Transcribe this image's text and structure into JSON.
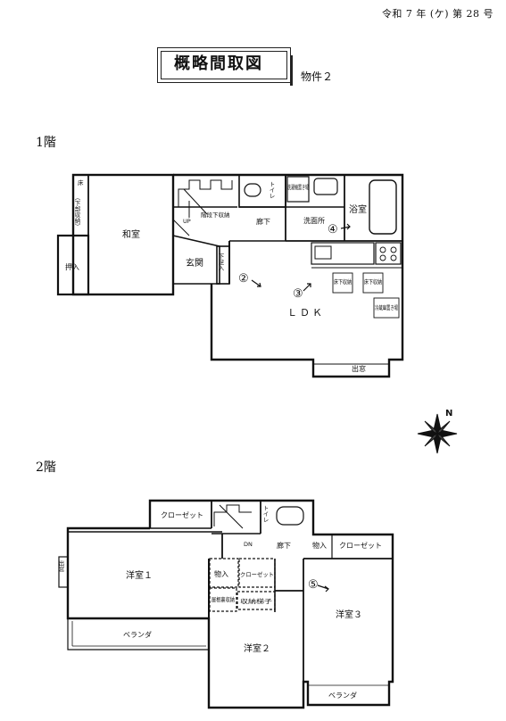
{
  "header": {
    "case_number": "令和 7 年 (ケ) 第 28 号",
    "title": "概略間取図",
    "property": "物件２"
  },
  "floor1": {
    "heading": "1階",
    "rooms": {
      "washitsu": "和室",
      "oshiire": "押入",
      "toko": "床",
      "toko_sub": "（下部収納）",
      "genkan": "玄関",
      "getabako": "下足入",
      "kaidan_shuno": "階段下収納",
      "up": "UP",
      "toilet": "トイレ",
      "rouka": "廊下",
      "senmenjo": "洗面所",
      "sentakuki": "洗濯機置き場",
      "yokushitsu": "浴室",
      "ldk": "ＬＤＫ",
      "shuno1": "床下収納",
      "shuno2": "床下収納",
      "reizoko": "冷蔵庫置き場",
      "demado": "出窓"
    },
    "markers": {
      "m2": "②",
      "m3": "③",
      "m4": "④"
    }
  },
  "floor2": {
    "heading": "2階",
    "rooms": {
      "closet_top": "クローゼット",
      "toilet": "トイレ",
      "dn": "DN",
      "rouka": "廊下",
      "monoire1": "物入",
      "closet_right": "クローゼット",
      "yoshitsu1": "洋室１",
      "demado": "出窓",
      "monoire2": "物入",
      "closet_mid": "クローゼット",
      "yaneura": "屋根裏収納",
      "shuno_hashigo": "収納梯子",
      "yoshitsu2": "洋室２",
      "yoshitsu3": "洋室３",
      "veranda1": "ベランダ",
      "veranda2": "ベランダ"
    },
    "markers": {
      "m5": "⑤"
    }
  },
  "compass": {
    "label": "N"
  }
}
